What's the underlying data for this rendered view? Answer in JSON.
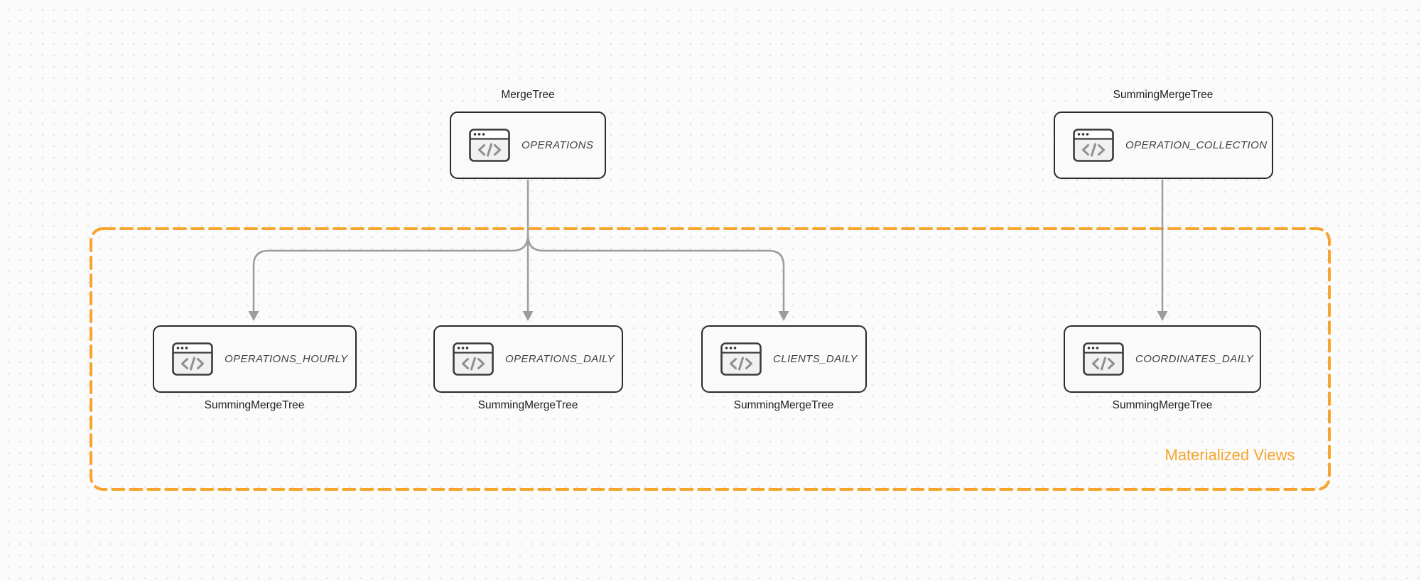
{
  "diagram": {
    "frame_label": "Materialized Views",
    "nodes": [
      {
        "table": "OPERATIONS",
        "engine": "MergeTree",
        "engine_position": "above"
      },
      {
        "table": "OPERATION_COLLECTION",
        "engine": "SummingMergeTree",
        "engine_position": "above"
      },
      {
        "table": "OPERATIONS_HOURLY",
        "engine": "SummingMergeTree",
        "engine_position": "below"
      },
      {
        "table": "OPERATIONS_DAILY",
        "engine": "SummingMergeTree",
        "engine_position": "below"
      },
      {
        "table": "CLIENTS_DAILY",
        "engine": "SummingMergeTree",
        "engine_position": "below"
      },
      {
        "table": "COORDINATES_DAILY",
        "engine": "SummingMergeTree",
        "engine_position": "below"
      }
    ],
    "edges": [
      {
        "from": "OPERATIONS",
        "to": "OPERATIONS_HOURLY"
      },
      {
        "from": "OPERATIONS",
        "to": "OPERATIONS_DAILY"
      },
      {
        "from": "OPERATIONS",
        "to": "CLIENTS_DAILY"
      },
      {
        "from": "OPERATION_COLLECTION",
        "to": "COORDINATES_DAILY"
      }
    ],
    "icons": [
      {
        "name": "code-window-icon",
        "meaning": "table / code window with </> glyph"
      }
    ],
    "colors": {
      "accent_orange": "#F7A42D",
      "arrow_gray": "#9C9C9C",
      "node_border": "#2B2B2B",
      "node_fill": "#FAFAFA",
      "canvas_bg": "#FBFBFB",
      "dot_color": "#E4E4E4",
      "icon_stroke": "#3A3A3A",
      "icon_glyph": "#8F8F8F",
      "engine_label_color": "#1E1E1E",
      "node_text": "#424242"
    }
  }
}
